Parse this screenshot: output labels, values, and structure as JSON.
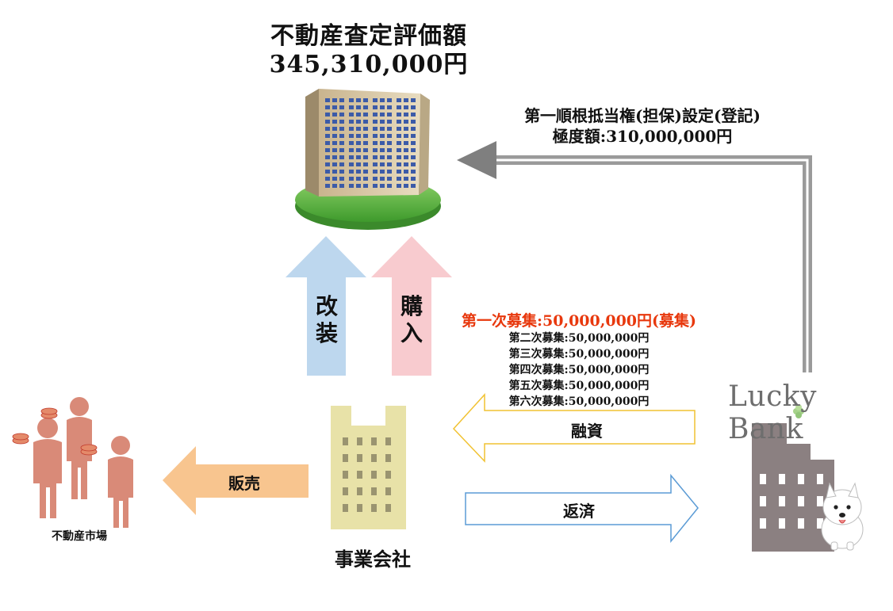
{
  "valuation": {
    "title": "不動産査定評価額",
    "amount": "345,310,000円"
  },
  "mortgage": {
    "line1": "第一順根抵当権(担保)設定(登記)",
    "line2": "極度額:310,000,000円"
  },
  "arrows": {
    "renovation": "改装",
    "purchase": "購入",
    "financing": "融資",
    "repayment": "返済",
    "sales": "販売"
  },
  "rounds": {
    "first": "第一次募集:50,000,000円(募集)",
    "others": [
      "第二次募集:50,000,000円",
      "第三次募集:50,000,000円",
      "第四次募集:50,000,000円",
      "第五次募集:50,000,000円",
      "第六次募集:50,000,000円"
    ]
  },
  "entities": {
    "company": "事業会社",
    "market": "不動産市場",
    "bank_logo": "Lucky Bank"
  },
  "colors": {
    "highlight": "#e8380d",
    "renovation_arrow": "#bdd7ee",
    "purchase_arrow": "#f8cbcf",
    "financing_outline": "#f1c232",
    "repayment_outline": "#5b9bd5",
    "sales_arrow": "#f8c58f",
    "company_building": "#e8e2a8",
    "people": "#d98a78"
  }
}
